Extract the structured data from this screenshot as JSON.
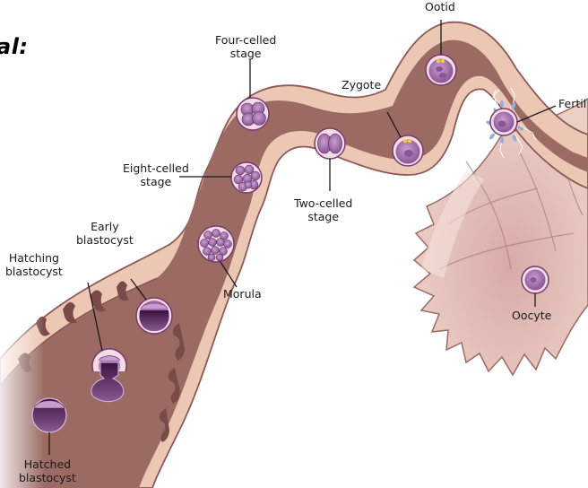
{
  "heading": "al:",
  "labels": {
    "ootid": "Ootid",
    "four_celled": [
      "Four-celled",
      "stage"
    ],
    "zygote": "Zygote",
    "fertilization": "Fertil",
    "eight_celled": [
      "Eight-celled",
      "stage"
    ],
    "two_celled": [
      "Two-celled",
      "stage"
    ],
    "early_blastocyst": [
      "Early",
      "blastocyst"
    ],
    "hatching_blastocyst": [
      "Hatching",
      "blastocyst"
    ],
    "morula": "Morula",
    "oocyte": "Oocyte",
    "hatched_blastocyst": [
      "Hatched",
      "blastocyst"
    ]
  },
  "colors": {
    "tube_lumen": "#9a6a63",
    "tube_wall": "#ecc8b4",
    "tube_outline": "#8a5a58",
    "fimbriae": "#e3bfb2",
    "cell_fill": "#a574b0",
    "cell_dark": "#5a2a5c",
    "zona": "#f3dbe8",
    "polar_body": "#f3c94a",
    "sperm": "#8fb0de"
  }
}
